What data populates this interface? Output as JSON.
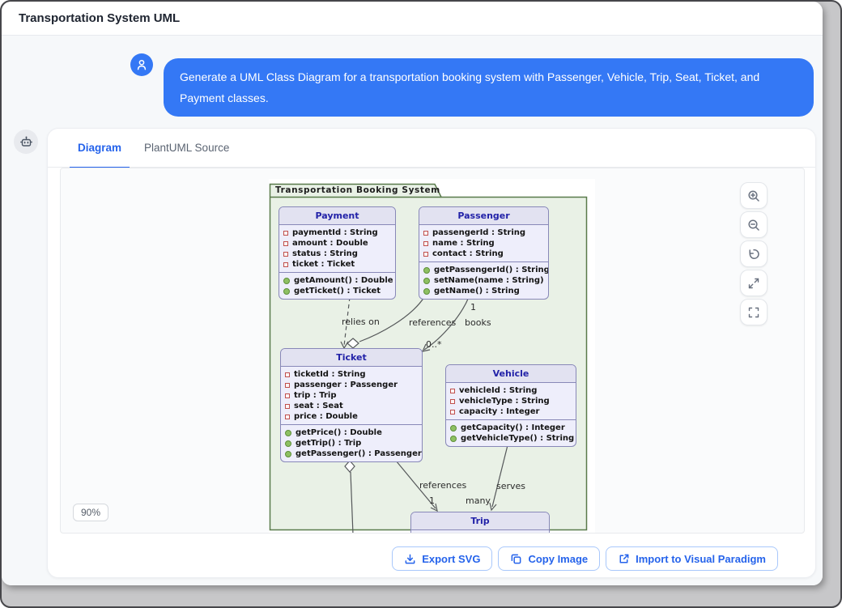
{
  "header": {
    "title": "Transportation System UML"
  },
  "chat": {
    "user_message": "Generate a UML Class Diagram for a transportation booking system with Passenger, Vehicle, Trip, Seat, Ticket, and Payment classes."
  },
  "panel": {
    "tabs": [
      {
        "label": "Diagram",
        "active": true
      },
      {
        "label": "PlantUML Source",
        "active": false
      }
    ],
    "zoom_level": "90%",
    "controls": [
      {
        "icon": "zoom-in-icon"
      },
      {
        "icon": "zoom-out-icon"
      },
      {
        "icon": "reset-view-icon"
      },
      {
        "icon": "expand-icon"
      },
      {
        "icon": "fullscreen-icon"
      }
    ],
    "actions": [
      {
        "label": "Export SVG",
        "icon": "download-icon"
      },
      {
        "label": "Copy Image",
        "icon": "copy-icon"
      },
      {
        "label": "Import to Visual Paradigm",
        "icon": "external-link-icon"
      }
    ]
  },
  "diagram": {
    "package": "Transportation Booking System",
    "classes": [
      {
        "name": "Payment",
        "attributes": [
          "paymentId : String",
          "amount : Double",
          "status : String",
          "ticket : Ticket"
        ],
        "methods": [
          "getAmount() : Double",
          "getTicket() : Ticket"
        ]
      },
      {
        "name": "Passenger",
        "attributes": [
          "passengerId : String",
          "name : String",
          "contact : String"
        ],
        "methods": [
          "getPassengerId() : String",
          "setName(name : String)",
          "getName() : String"
        ]
      },
      {
        "name": "Ticket",
        "attributes": [
          "ticketId : String",
          "passenger : Passenger",
          "trip : Trip",
          "seat : Seat",
          "price : Double"
        ],
        "methods": [
          "getPrice() : Double",
          "getTrip() : Trip",
          "getPassenger() : Passenger"
        ]
      },
      {
        "name": "Vehicle",
        "attributes": [
          "vehicleId : String",
          "vehicleType : String",
          "capacity : Integer"
        ],
        "methods": [
          "getCapacity() : Integer",
          "getVehicleType() : String"
        ]
      },
      {
        "name": "Trip",
        "attributes": [],
        "methods": []
      }
    ],
    "relationships": [
      {
        "from": "Payment",
        "to": "Ticket",
        "type": "dependency",
        "label": "relies on"
      },
      {
        "from": "Passenger",
        "to": "Ticket",
        "type": "aggregation",
        "label": "references",
        "multiplicity": "1"
      },
      {
        "from": "Passenger",
        "to": "Ticket",
        "type": "association",
        "label": "books",
        "multiplicity": "0..*"
      },
      {
        "from": "Ticket",
        "to": "Trip",
        "type": "association",
        "label": "references",
        "multiplicity": "1"
      },
      {
        "from": "Vehicle",
        "to": "Trip",
        "type": "association",
        "label": "serves",
        "multiplicity": "many"
      }
    ]
  },
  "colors": {
    "accent_blue": "#2563eb",
    "bubble_blue": "#3478f5",
    "package_fill": "#e9f1e6",
    "package_border": "#597a4a",
    "class_header": "#e2e2f1",
    "class_body": "#eeeefb",
    "class_border": "#8888b8",
    "class_title_text": "#2222a8",
    "attribute_icon": "#c0504d",
    "method_icon": "#8ec063"
  }
}
